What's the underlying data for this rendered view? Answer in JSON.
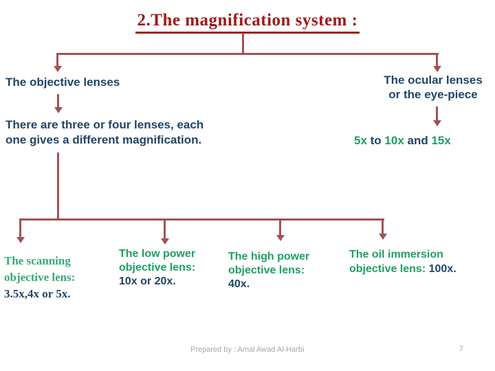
{
  "slide": {
    "title": "2.The magnification system :",
    "footer": {
      "prepared_by": "Prepared by : Amal Awad Al-Harbi",
      "page_number": "7"
    },
    "colors": {
      "line_red": "#A35252",
      "title_red": "#9E1A1A",
      "navy": "#1F4568",
      "green": "#1DA161",
      "green_light": "#35AB76",
      "footer_gray": "#A6A6A6"
    }
  },
  "tree": {
    "left_branch": {
      "label": "The objective lenses",
      "description_line1": "There are three or four lenses, each",
      "description_line2": "one gives a different magnification."
    },
    "right_branch": {
      "label_line1": "The ocular lenses",
      "label_line2": "or the eye-piece",
      "values": [
        {
          "text": "5x",
          "color": "green"
        },
        {
          "text": " to ",
          "color": "navy"
        },
        {
          "text": "10x",
          "color": "green"
        },
        {
          "text": " and ",
          "color": "navy"
        },
        {
          "text": "15x",
          "color": "green"
        }
      ]
    },
    "lenses": [
      {
        "line1": "The scanning",
        "line2": "objective lens:",
        "value": "3.5x,4x or 5x."
      },
      {
        "line1": "The low power",
        "line2": "objective lens:",
        "value": "10x or 20x."
      },
      {
        "line1": "The high power",
        "line2": "objective lens:",
        "value": "40x."
      },
      {
        "line1": "The oil immersion",
        "line2": "objective lens:",
        "value": "100x."
      }
    ]
  }
}
